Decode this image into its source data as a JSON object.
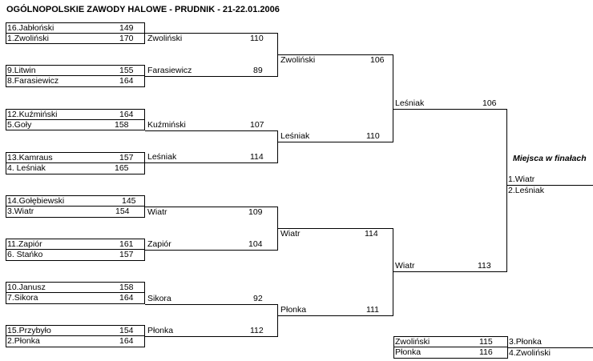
{
  "title": "OGÓLNOPOLSKIE ZAWODY HALOWE -  PRUDNIK  - 21-22.01.2006",
  "round1": [
    {
      "top": {
        "name": "16.Jabłoński",
        "score": "149"
      },
      "bot": {
        "name": "1.Zwoliński",
        "score": "170"
      }
    },
    {
      "top": {
        "name": "9.Litwin",
        "score": "155"
      },
      "bot": {
        "name": "8.Farasiewicz",
        "score": "164"
      }
    },
    {
      "top": {
        "name": "12.Kuźmiński",
        "score": "164"
      },
      "bot": {
        "name": "5.Goły",
        "score": "158"
      }
    },
    {
      "top": {
        "name": "13.Kamraus",
        "score": "157"
      },
      "bot": {
        "name": "4. Leśniak",
        "score": "165"
      }
    },
    {
      "top": {
        "name": "14.Gołębiewski",
        "score": "145"
      },
      "bot": {
        "name": "3.Wiatr",
        "score": "154"
      }
    },
    {
      "top": {
        "name": "11.Zapiór",
        "score": "161"
      },
      "bot": {
        "name": "6. Stańko",
        "score": "157"
      }
    },
    {
      "top": {
        "name": "10.Janusz",
        "score": "158"
      },
      "bot": {
        "name": "7.Sikora",
        "score": "164"
      }
    },
    {
      "top": {
        "name": "15.Przybyło",
        "score": "154"
      },
      "bot": {
        "name": "2.Płonka",
        "score": "164"
      }
    }
  ],
  "round2": [
    {
      "a": {
        "name": "Zwoliński",
        "score": "110"
      },
      "b": {
        "name": "Farasiewicz",
        "score": "89"
      }
    },
    {
      "a": {
        "name": "Kuźmiński",
        "score": "107"
      },
      "b": {
        "name": "Leśniak",
        "score": "114"
      }
    },
    {
      "a": {
        "name": "Wiatr",
        "score": "109"
      },
      "b": {
        "name": "Zapiór",
        "score": "104"
      }
    },
    {
      "a": {
        "name": "Sikora",
        "score": "92"
      },
      "b": {
        "name": "Płonka",
        "score": "112"
      }
    }
  ],
  "round3": [
    {
      "a": {
        "name": "Zwoliński",
        "score": "106"
      },
      "b": {
        "name": "Leśniak",
        "score": "110"
      }
    },
    {
      "a": {
        "name": "Wiatr",
        "score": "114"
      },
      "b": {
        "name": "Płonka",
        "score": "111"
      }
    }
  ],
  "round4": {
    "a": {
      "name": "Leśniak",
      "score": "106"
    },
    "b": {
      "name": "Wiatr",
      "score": "113"
    }
  },
  "finals": {
    "header": "Miejsca w finałach",
    "first": "1.Wiatr",
    "second": "2.Leśniak"
  },
  "third_place": {
    "a": {
      "name": "Zwoliński",
      "score": "115"
    },
    "b": {
      "name": "Płonka",
      "score": "116"
    },
    "third": "3.Płonka",
    "fourth": "4.Zwoliński"
  }
}
